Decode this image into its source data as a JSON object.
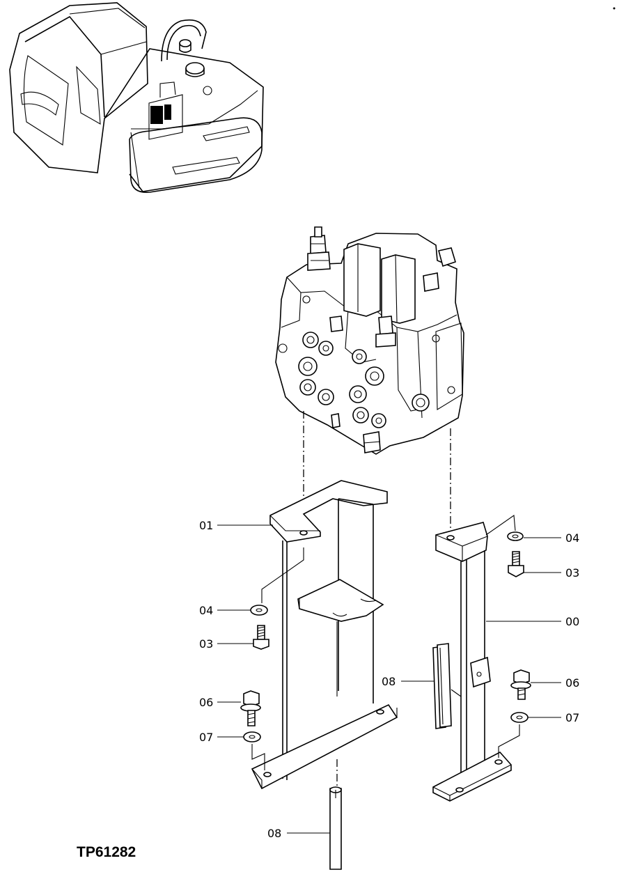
{
  "drawing_code": "TP61282",
  "callouts": {
    "bracket_left": "01",
    "bracket_right": "00",
    "washer_left": "04",
    "washer_right": "04",
    "bolt_left": "03",
    "bolt_right": "03",
    "flange_bolt_left": "06",
    "flange_bolt_right": "06",
    "plain_washer_left": "07",
    "plain_washer_right": "07",
    "spacer_bottom": "08",
    "spacer_right": "08"
  }
}
